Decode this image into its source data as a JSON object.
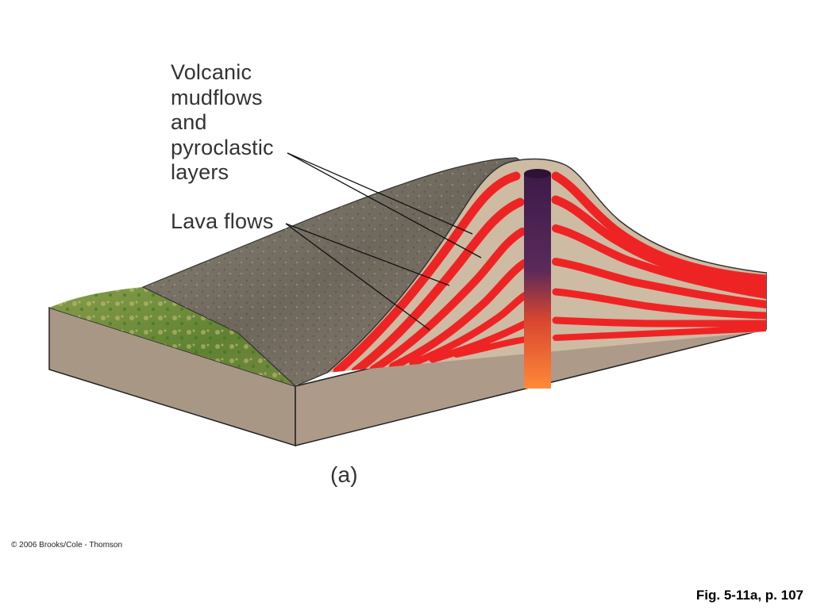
{
  "labels": {
    "mudflows_lines": [
      "Volcanic",
      "mudflows",
      "and",
      "pyroclastic",
      "layers"
    ],
    "lava_flows": "Lava flows",
    "part": "(a)"
  },
  "footer": {
    "copyright": "© 2006 Brooks/Cole - Thomson",
    "figure_ref": "Fig. 5-11a, p. 107"
  },
  "colors": {
    "background": "#ffffff",
    "block_side": "#ad9a88",
    "lava": "#ee2424",
    "ash_layer": "#cdbba3",
    "vent_top": "#4a1f55",
    "vent_bottom": "#ff7a38",
    "grass": "#6f8f3a",
    "slope": "#7a7266"
  }
}
